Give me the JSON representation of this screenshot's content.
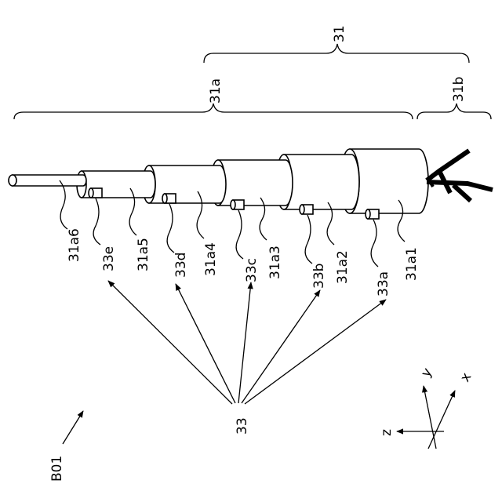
{
  "labels": {
    "l31": "31",
    "l31a": "31a",
    "l31b": "31b",
    "l31a1": "31a1",
    "l31a2": "31a2",
    "l31a3": "31a3",
    "l31a4": "31a4",
    "l31a5": "31a5",
    "l31a6": "31a6",
    "l33a": "33a",
    "l33b": "33b",
    "l33c": "33c",
    "l33d": "33d",
    "l33e": "33e",
    "l33": "33",
    "lB01": "B01"
  },
  "axes": {
    "x": "x",
    "y": "y",
    "z": "z"
  }
}
